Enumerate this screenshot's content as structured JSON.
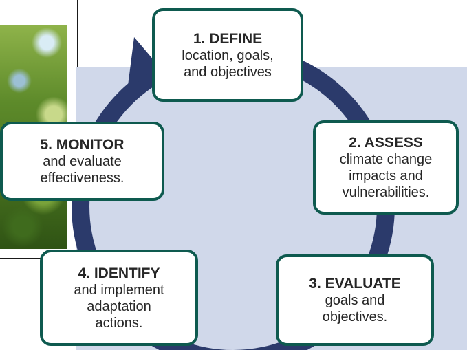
{
  "cycle": {
    "colors": {
      "arrow": "#2b3a6b",
      "node_border": "#0e5a4f",
      "panel": "#d0d8ea"
    },
    "steps": [
      {
        "title": "1. DEFINE",
        "lines": [
          "location, goals,",
          "and objectives"
        ]
      },
      {
        "title": "2. ASSESS",
        "lines": [
          "climate change",
          "impacts and",
          "vulnerabilities."
        ]
      },
      {
        "title": "3. EVALUATE",
        "lines": [
          "goals and",
          "objectives."
        ]
      },
      {
        "title": "4. IDENTIFY",
        "lines": [
          "and implement",
          "adaptation",
          "actions."
        ]
      },
      {
        "title": "5. MONITOR",
        "lines": [
          "and evaluate",
          "effectiveness."
        ]
      }
    ]
  }
}
